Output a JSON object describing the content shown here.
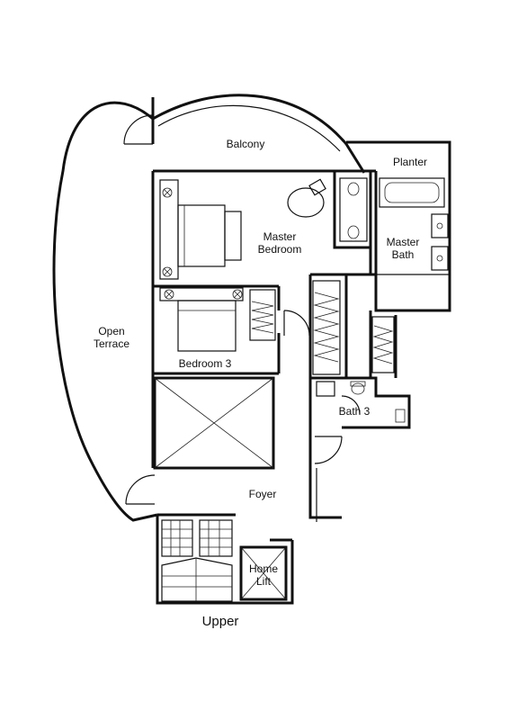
{
  "plan": {
    "title": "Upper",
    "rooms": {
      "balcony": "Balcony",
      "planter": "Planter",
      "master_bedroom": [
        "Master",
        "Bedroom"
      ],
      "master_bath": [
        "Master",
        "Bath"
      ],
      "open_terrace": [
        "Open",
        "Terrace"
      ],
      "bedroom3": "Bedroom 3",
      "bath3": "Bath 3",
      "foyer": "Foyer",
      "home_lift": [
        "Home",
        "Lift"
      ]
    }
  }
}
